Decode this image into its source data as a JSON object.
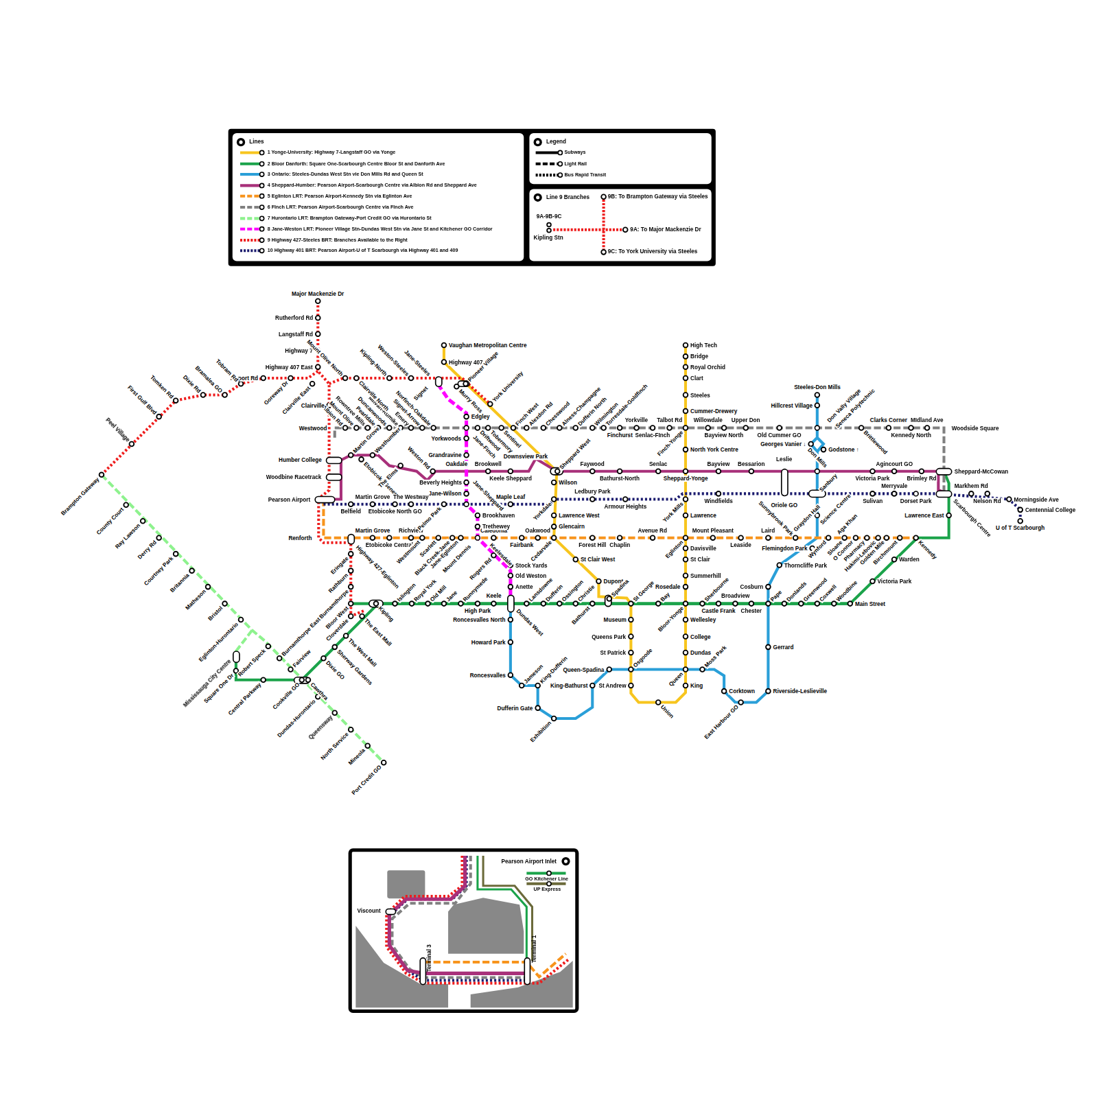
{
  "diagram": {
    "nodes": [
      {
        "text": [
          "Lines"
        ]
      },
      {
        "text": [
          "Legend"
        ]
      },
      {
        "text": [
          "Line 9 Branches",
          "9B: To Brampton Gateway via Steeles",
          "9A-9B-9C",
          "Kipling Stn",
          "9A: To Major Mackenzie Dr",
          "9C: To York University via Steeles"
        ]
      },
      {
        "text": [
          "Pearson Airport Inlet",
          "Viscount",
          "Terminal 3",
          "Terminal 1"
        ]
      }
    ],
    "labels": [
      "Vaughan Metropolitan Centre",
      "Highway 407",
      "Pioneer Village",
      "York University",
      "Finch West",
      "Sentinel",
      "Downsview Park",
      "Sheppard West",
      "Wilson",
      "Yorkdale",
      "Lawrence West",
      "Glencairn",
      "Cedarvale",
      "St Clair West",
      "Dupont",
      "Spadina",
      "St George",
      "Museum",
      "Queens Park",
      "St Patrick",
      "Osgoode",
      "St Andrew",
      "Union",
      "King",
      "Queen",
      "Dundas",
      "College",
      "Wellesley",
      "Bloor-Yonge",
      "Rosedale",
      "Summerhill",
      "St Clair",
      "Davisville",
      "Eglinton",
      "Lawrence",
      "York Mills",
      "Sheppard-Yonge",
      "North York Centre",
      "Finch-Yonge",
      "Cummer-Drewery",
      "Steeles",
      "Clart",
      "Royal Orchid",
      "Bridge",
      "High Tech",
      "Square One Dr",
      "Central Parkway",
      "Cookville GO",
      "Cawthra",
      "Dixie GO",
      "Sherway Gardens",
      "The West Mall",
      "The East Mall",
      "Kipling",
      "Islington",
      "Royal York",
      "Old Mill",
      "Jane",
      "Runnymede",
      "High Park",
      "Keele",
      "Dundas West",
      "Lansdowne",
      "Dufferin",
      "Ossington",
      "Christie",
      "Bathurst",
      "Bay",
      "Sherbourne",
      "Castle Frank",
      "Broadview",
      "Chester",
      "Pape",
      "Donlands",
      "Greenwood",
      "Coxwell",
      "Woodbine",
      "Main Street",
      "Victoria Park",
      "Warden",
      "Kennedy",
      "Lawrence East",
      "Scarbourgh Centre",
      "Steeles-Don Mills",
      "Hillcrest Village",
      "Don Mills",
      "Georges Vanier ↓",
      "Godstone ↑",
      "Don Vally Village",
      "Seneca Polytechnic",
      "Sanbury",
      "Science Centre",
      "Flemingdon Park",
      "Thorncliffe Park",
      "Cosburn",
      "Gerrard",
      "Riverside-Leslieville",
      "East Harbour GO",
      "Corktown",
      "Moss Park",
      "Queen-Spadina",
      "King-Bathurst",
      "Exhibition",
      "Dufferin Gate",
      "King-Dufferin",
      "Jameson",
      "Roncesvalles",
      "Howard Park",
      "Roncesvalles North",
      "Humber College",
      "Woodbine Racetrack",
      "Pearson Airport",
      "Martin Grove",
      "Etobicoke General",
      "Westhumber",
      "The Elms",
      "Weston Rd",
      "Oakdale",
      "Brookwell",
      "Keele Sheppard",
      "Faywood",
      "Bathurst-North",
      "Senlac",
      "Bayview",
      "Bessarion",
      "Leslie",
      "Oriole GO",
      "Victoria Park",
      "Agincourt GO",
      "Brimley Rd",
      "Sheppard-McCowan",
      "Renforth",
      "Highway 427-Eglinton",
      "Martin Grove",
      "Etobicoke Central",
      "Richview",
      "Westmount",
      "Scarlett",
      "Black Creek-Jane",
      "Jane-Eglinton",
      "Mount Dennis",
      "Caledonia",
      "Keelesdale",
      "Rogers Rd",
      "Fairbank",
      "Oakwood",
      "Forest Hill",
      "Chaplin",
      "Avenue Rd",
      "Mount Pleasant",
      "Leaside",
      "Laird",
      "Sunnybrook Park",
      "Graydon Hall",
      "Wynford",
      "Aga Khan",
      "Sloane",
      "O Connor",
      "Pharmacy",
      "Hakimi-Lebovic",
      "Golden Mile",
      "Birchmount",
      "Westwood",
      "Albion Rd",
      "Mount Olive",
      "Rowntree Mills",
      "Pearldale",
      "Duncanwoods",
      "Milvan-Rumike",
      "Emery",
      "Signet-Arrow",
      "Norfinch-Oakdale",
      "Driftwood",
      "Tobermory",
      "Alexdon Rd",
      "Chesswood",
      "Alness-Champagne",
      "Dufferin North",
      "Wilmington",
      "Torresdale-Goldfinch",
      "Finchurst",
      "Yorkville",
      "Senlac-FInch",
      "Talbot Rd",
      "Willowdale",
      "Bayview North",
      "Upper Don",
      "Old Cummer GO",
      "Brittlewood",
      "Clarks Corner",
      "Kennedy North",
      "MIdland Ave",
      "Woodside Square",
      "Brampton Gateway",
      "County Court",
      "Ray Lawson",
      "Derry Rd",
      "Courtney Park",
      "Britannia",
      "Matheson",
      "Bristol",
      "Eglinton-Hurontario",
      "Mississauga City Centre",
      "Robert Speck",
      "Burnamthorpe East",
      "Fairview",
      "Dundas-Hurontario",
      "Queensway",
      "North Service",
      "Mineola",
      "Port Credit GO",
      "Murry Ross",
      "Edgley",
      "Yorkwoods",
      "Jane-Finch",
      "Grandravine",
      "Beverly Heights",
      "Jane-Sheppard",
      "Jane-Wilson",
      "Brookhaven",
      "Trethewey",
      "Stock Yards",
      "Old Weston",
      "Anette",
      "Major Mackenzie Dr",
      "Rutherford Rd",
      "Langstaff Rd",
      "Highway 7",
      "Highway 407 East",
      "Goreway Dr",
      "Airport Rd",
      "Tobram Rd",
      "Bramalea GO",
      "Dixie Rd",
      "Tomken Rd",
      "First Gulf Blvd",
      "Peel Village",
      "Clairville East",
      "Clairville",
      "Mount Olive North",
      "Clairville North",
      "Kipling-North",
      "Weston-Steeles",
      "Jane-Steeles",
      "Signet",
      "Eringate",
      "Rathburn",
      "Burnamthorpe",
      "Bloor West",
      "Cloverdale",
      "Belfield",
      "Martin Grove",
      "Etobicoke North GO",
      "The Westway",
      "Pelmo Park",
      "Maple Leaf",
      "Ledbury Park",
      "Armour Heights",
      "Windfields",
      "Sulivan",
      "Merryvale",
      "Dorset Park",
      "Markhem Rd",
      "Nelson Rd",
      "Morningside Ave",
      "Centennial College",
      "U of T Scarbourgh"
    ],
    "legend": [
      {
        "text": "1 Yonge-University: Highway 7-Langstaff GO via Yonge",
        "color": "#f7c51e"
      },
      {
        "text": "2 Bloor Danforth: Square One-Scarbourgh Centre Bloor St and Danforth Ave",
        "color": "#1ba34a"
      },
      {
        "text": "3 Ontario: Steeles-Dundas West Stn vie Don MIlls Rd and Queen St",
        "color": "#2a9fd8"
      },
      {
        "text": "4 Sheppard-Humber: Pearson Airport-Scarbourgh Centre via Albion Rd and Sheppard Ave",
        "color": "#a8307a"
      },
      {
        "text": "5 Eglinton LRT: Pearson Airport-Kennedy Stn via Eglinton Ave",
        "color": "#f7941d"
      },
      {
        "text": "6 FInch LRT: Pearson Airport-Scarbourgh Centre via FInch Ave",
        "color": "#808080"
      },
      {
        "text": "7 Hurontario LRT: Brampton Gateway-Port Credit GO via Hurontario St",
        "color": "#8ef28e"
      },
      {
        "text": "8 Jane-Weston LRT: Pioneer Village Stn-Dundas West Stn via Jane St and Kitchener GO Corridor",
        "color": "#ff00ff"
      },
      {
        "text": "9 Highway 427-Steeles BRT: Branches Available to the Right",
        "color": "#ee1c1c"
      },
      {
        "text": "10 HIghway 401 BRT: Pearson Airport-U of T Scarbourgh via Highway 401 and 409",
        "color": "#1b1b6e"
      },
      {
        "text": "Subways"
      },
      {
        "text": "Light Rail"
      },
      {
        "text": "Bus Rapid Transit"
      },
      {
        "text": "GO Kitchener Line",
        "color": "#1ba34a"
      },
      {
        "text": "UP Express",
        "color": "#6b6a3a"
      }
    ]
  }
}
